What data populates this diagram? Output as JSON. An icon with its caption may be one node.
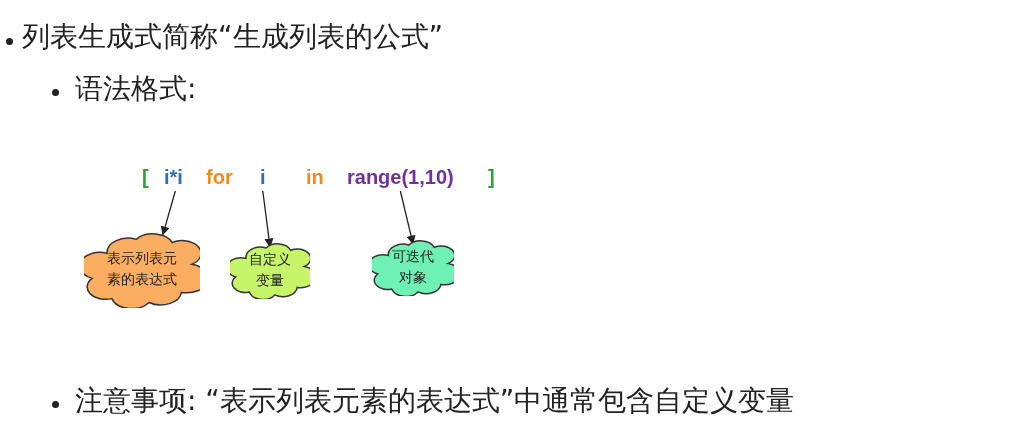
{
  "diagram": {
    "nodes": [
      {
        "text": [
          "i*i"
        ]
      },
      {
        "text": [
          "i"
        ]
      },
      {
        "text": [
          "range(1,10)"
        ]
      },
      {
        "text": [
          "表示列表元素的表达式"
        ]
      },
      {
        "text": [
          "自定义变量"
        ]
      },
      {
        "text": [
          "可迭代对象"
        ]
      }
    ],
    "edges": [
      {
        "from": 0,
        "to": 3,
        "arrow": "to"
      },
      {
        "from": 1,
        "to": 4,
        "arrow": "to"
      },
      {
        "from": 2,
        "to": 5,
        "arrow": "to"
      }
    ],
    "labels": [
      "列表生成式简称“生成列表的公式”",
      "语法格式:",
      "[",
      "for",
      "in",
      "]",
      "注意事项: “表示列表元素的表达式”中通常包含自定义变量"
    ]
  }
}
